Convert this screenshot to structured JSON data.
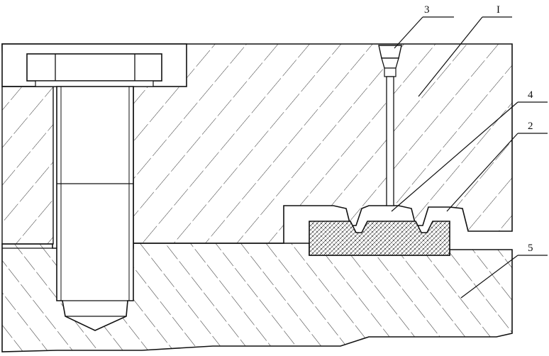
{
  "figure": {
    "labels": [
      {
        "id": "label-3",
        "text": "3"
      },
      {
        "id": "label-I",
        "text": "I"
      },
      {
        "id": "label-4",
        "text": "4"
      },
      {
        "id": "label-2",
        "text": "2"
      },
      {
        "id": "label-5",
        "text": "5"
      }
    ],
    "colors": {
      "line": "#111111",
      "hatch": "#222222",
      "background": "#ffffff"
    }
  }
}
